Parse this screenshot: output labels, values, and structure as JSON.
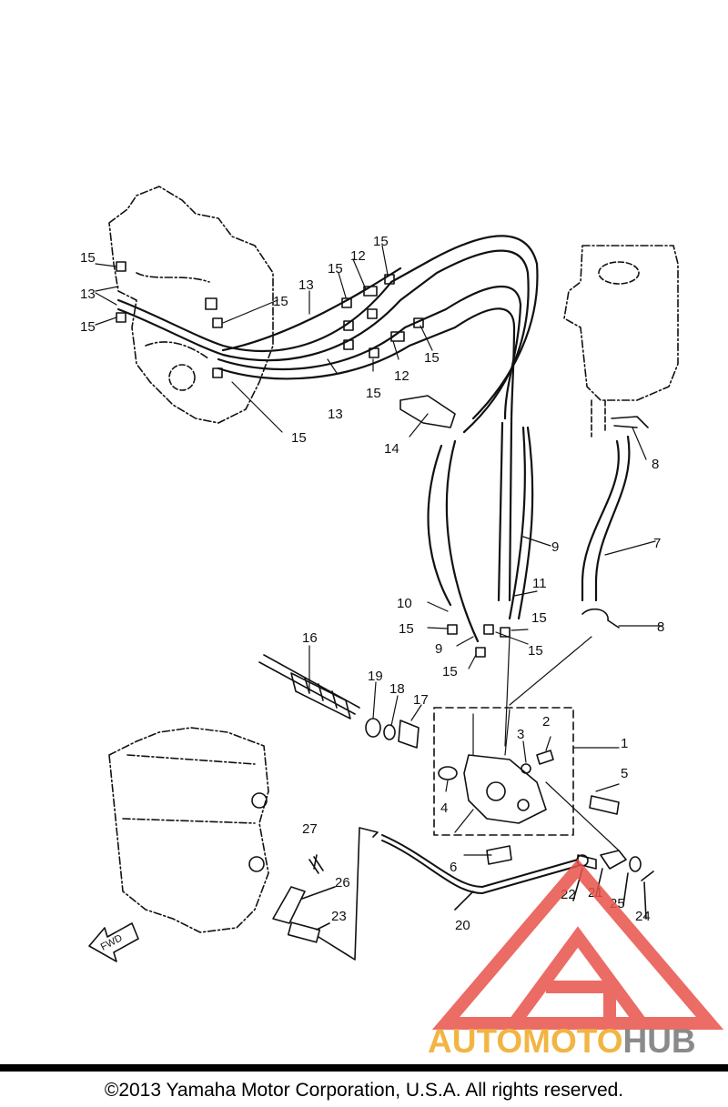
{
  "callouts": {
    "n1": "1",
    "n2": "2",
    "n3": "3",
    "n4": "4",
    "n5": "5",
    "n6": "6",
    "n7": "7",
    "n8": "8",
    "n9": "9",
    "n10": "10",
    "n11": "11",
    "n12": "12",
    "n13": "13",
    "n14": "14",
    "n15": "15",
    "n16": "16",
    "n17": "17",
    "n18": "18",
    "n19": "19",
    "n20": "20",
    "n21": "21",
    "n22": "22",
    "n23": "23",
    "n24": "24",
    "n25": "25",
    "n26": "26",
    "n27": "27"
  },
  "fwd_label": "FWD",
  "watermark": {
    "part1": "AUTO",
    "part2": "MOTO",
    "part3": "HUB",
    "colors": {
      "auto": "#f2b544",
      "moto": "#f2b544",
      "hub": "#8a8a8a",
      "triangle": "#e8534a"
    }
  },
  "footer": {
    "copyright": "©2013 Yamaha Motor Corporation, U.S.A. All rights reserved."
  }
}
